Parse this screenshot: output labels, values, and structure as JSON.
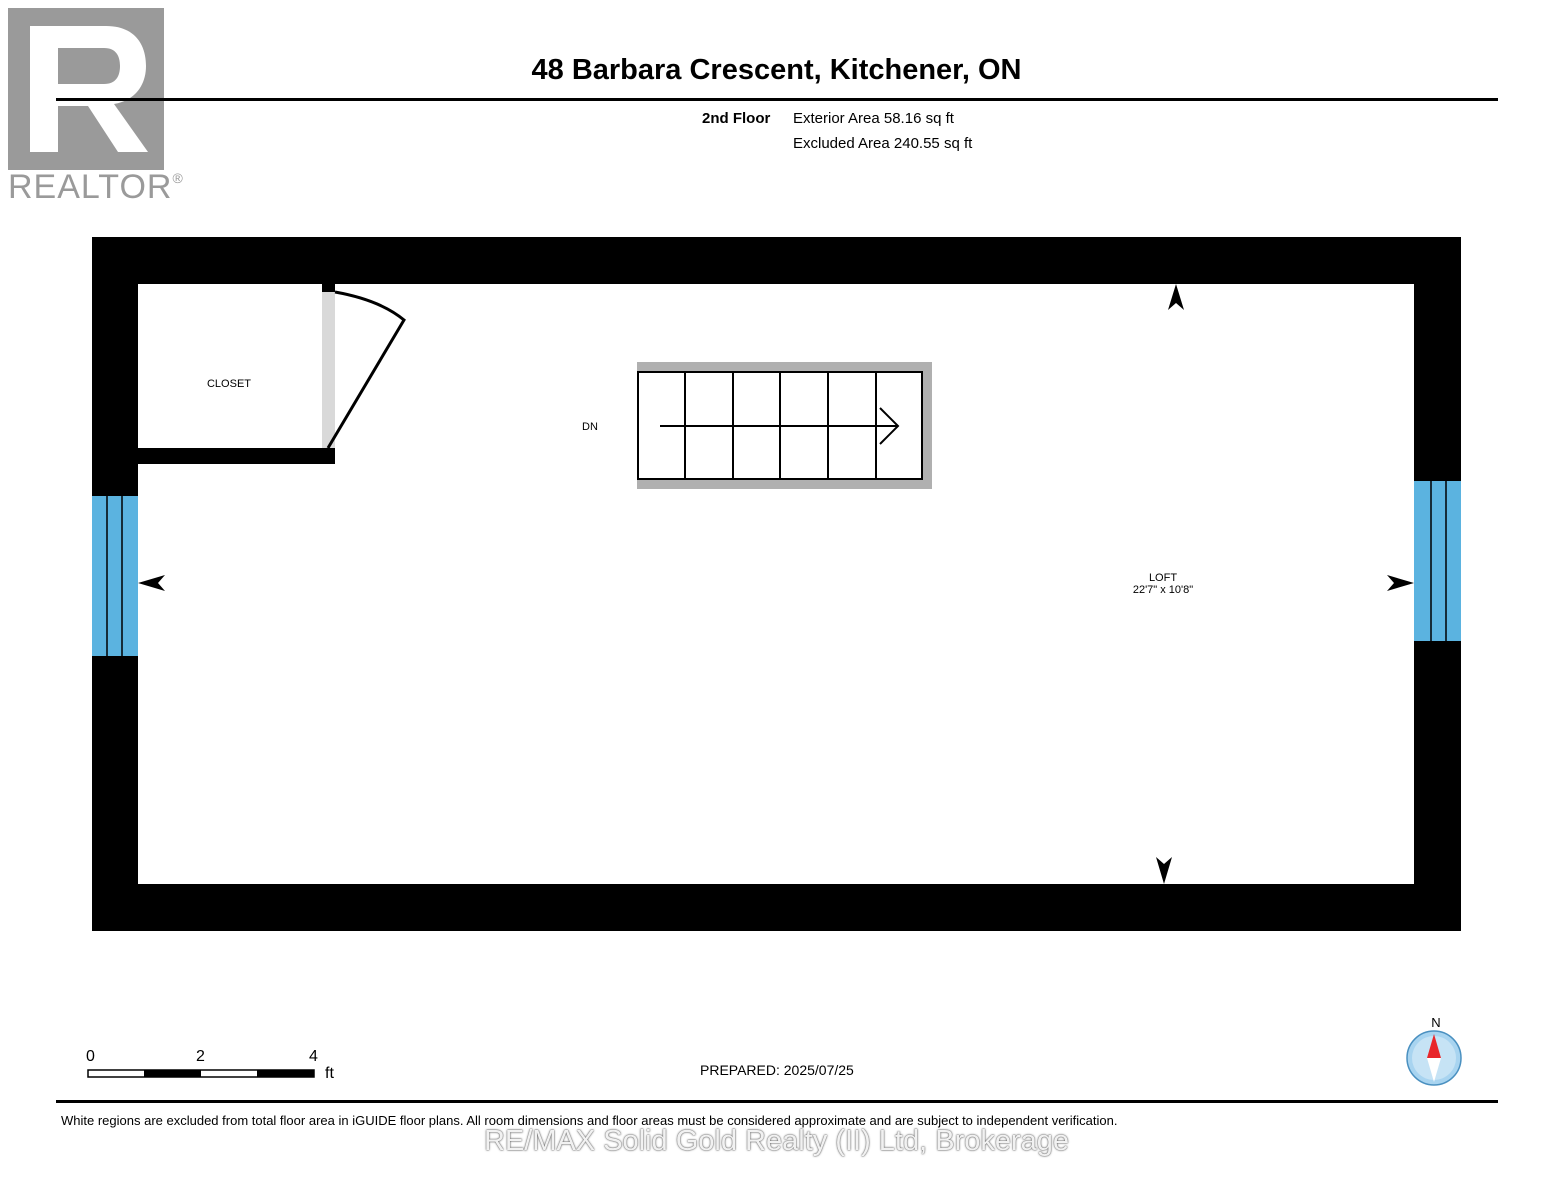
{
  "header": {
    "logo_text": "REALTOR",
    "logo_mark": "®",
    "title": "48 Barbara Crescent, Kitchener, ON",
    "floor_label": "2nd Floor",
    "exterior_area": "Exterior Area 58.16 sq ft",
    "excluded_area": "Excluded Area 240.55 sq ft"
  },
  "plan": {
    "closet_label": "CLOSET",
    "stairs_label": "DN",
    "loft_label": "LOFT",
    "loft_dims": "22'7\" x 10'8\""
  },
  "scale": {
    "labels": [
      "0",
      "2",
      "4"
    ],
    "unit": "ft"
  },
  "compass_label": "N",
  "prepared": "PREPARED: 2025/07/25",
  "disclaimer": "White regions are excluded from total floor area in iGUIDE floor plans. All room dimensions and floor areas must be considered approximate and are subject to independent verification.",
  "watermark": "RE/MAX Solid Gold Realty (II) Ltd, Brokerage",
  "colors": {
    "wall": "#000000",
    "window": "#5bb3e0",
    "logo_gray": "#9a9a9a",
    "compass_red": "#e8262a",
    "compass_blue": "#a8d4f0"
  }
}
